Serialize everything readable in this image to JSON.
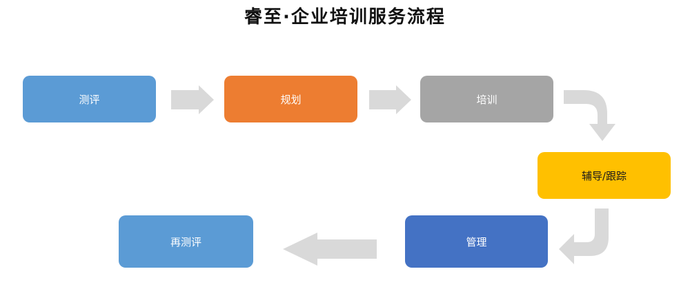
{
  "title": "睿至·企业培训服务流程",
  "steps": [
    {
      "label": "测评",
      "color": "#5b9bd5"
    },
    {
      "label": "规划",
      "color": "#ed7d31"
    },
    {
      "label": "培训",
      "color": "#a5a5a5"
    },
    {
      "label": "辅导/跟踪",
      "color": "#ffc000"
    },
    {
      "label": "管理",
      "color": "#4472c4"
    },
    {
      "label": "再测评",
      "color": "#5b9bd5"
    }
  ],
  "arrow_color": "#d9d9d9"
}
